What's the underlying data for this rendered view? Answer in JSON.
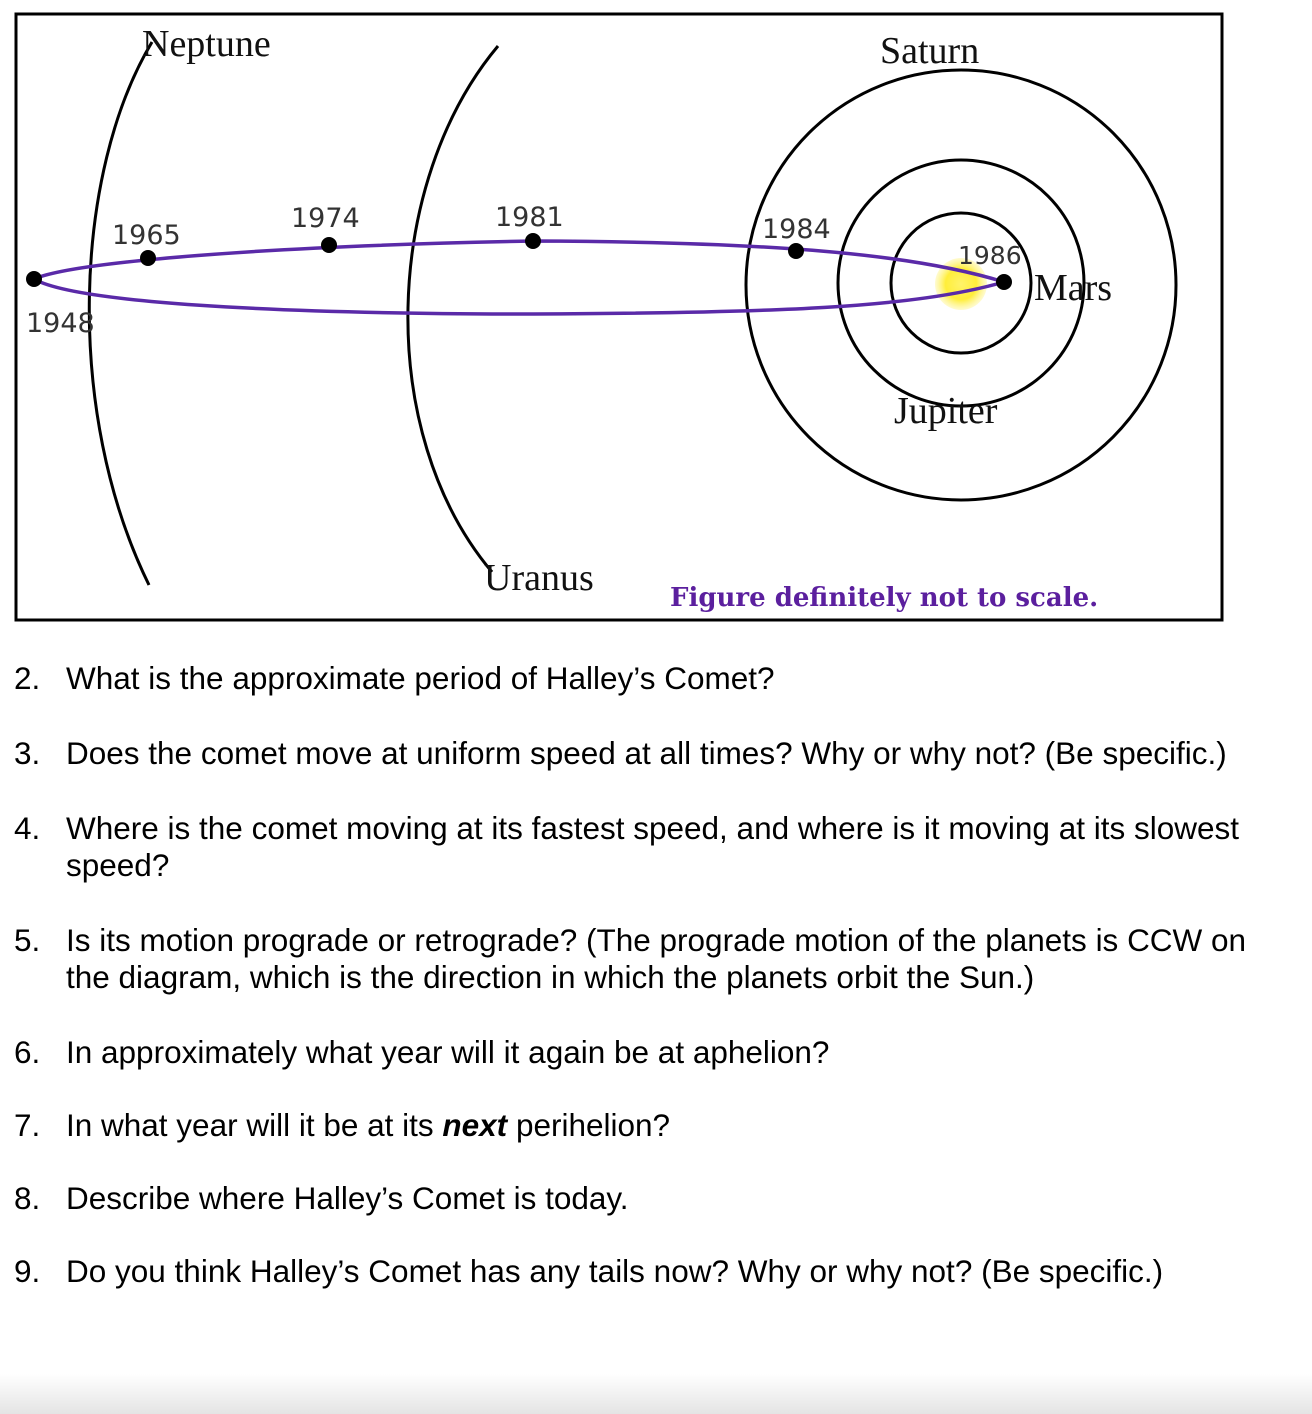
{
  "figure": {
    "planets": {
      "neptune": "Neptune",
      "uranus": "Uranus",
      "saturn": "Saturn",
      "jupiter": "Jupiter",
      "mars": "Mars"
    },
    "years": {
      "y1948": "1948",
      "y1965": "1965",
      "y1974": "1974",
      "y1981": "1981",
      "y1984": "1984",
      "y1986": "1986"
    },
    "note": "Figure definitely not to scale.",
    "colors": {
      "orbit": "#5a2aa8",
      "sun": "#ffef3a",
      "note": "#5b1f9e"
    }
  },
  "questions": [
    {
      "num": "2.",
      "text": "What is the approximate period of Halley’s Comet?"
    },
    {
      "num": "3.",
      "text": "Does the comet move at uniform speed at all times?  Why or why not? (Be specific.)"
    },
    {
      "num": "4.",
      "text": "Where is the comet moving at its fastest speed, and where is it moving at its slowest speed?"
    },
    {
      "num": "5.",
      "text": "Is its motion prograde or retrograde? (The prograde motion of the planets is CCW on the diagram, which is the direction in which the planets orbit the Sun.)"
    },
    {
      "num": "6.",
      "text": "In approximately what year will it again be at aphelion?"
    },
    {
      "num": "7.",
      "pre": "In what year will it be at its ",
      "em": "next",
      "post": " perihelion?"
    },
    {
      "num": "8.",
      "text": "Describe where Halley’s Comet is today."
    },
    {
      "num": "9.",
      "text": "Do you think Halley’s Comet has any tails now?  Why or why not? (Be specific.)"
    }
  ]
}
